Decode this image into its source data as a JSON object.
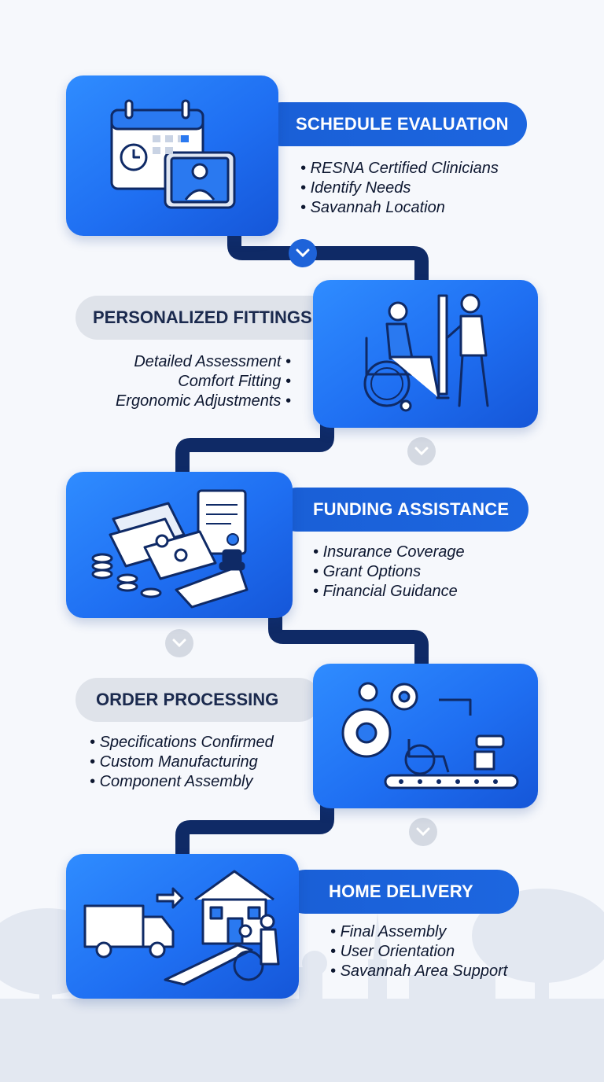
{
  "steps": [
    {
      "title": "SCHEDULE EVALUATION",
      "bullets": [
        "RESNA Certified Clinicians",
        "Identify Needs",
        "Savannah Location"
      ],
      "icon": "calendar-tablet-icon"
    },
    {
      "title": "PERSONALIZED FITTINGS",
      "bullets": [
        "Detailed Assessment",
        "Comfort Fitting",
        "Ergonomic Adjustments"
      ],
      "icon": "wheelchair-fitting-icon"
    },
    {
      "title": "FUNDING ASSISTANCE",
      "bullets": [
        "Insurance Coverage",
        "Grant Options",
        "Financial Guidance"
      ],
      "icon": "money-documents-icon"
    },
    {
      "title": "ORDER PROCESSING",
      "bullets": [
        "Specifications Confirmed",
        "Custom Manufacturing",
        "Component Assembly"
      ],
      "icon": "gears-conveyor-icon"
    },
    {
      "title": "HOME DELIVERY",
      "bullets": [
        "Final Assembly",
        "User Orientation",
        "Savannah Area Support"
      ],
      "icon": "truck-house-icon"
    }
  ],
  "colors": {
    "card_blue": "#1f6ff2",
    "pill_blue": "#1a5fd6",
    "pill_gray": "#dfe3ea",
    "connector": "#0f2a66",
    "text_dark": "#0d1730"
  }
}
